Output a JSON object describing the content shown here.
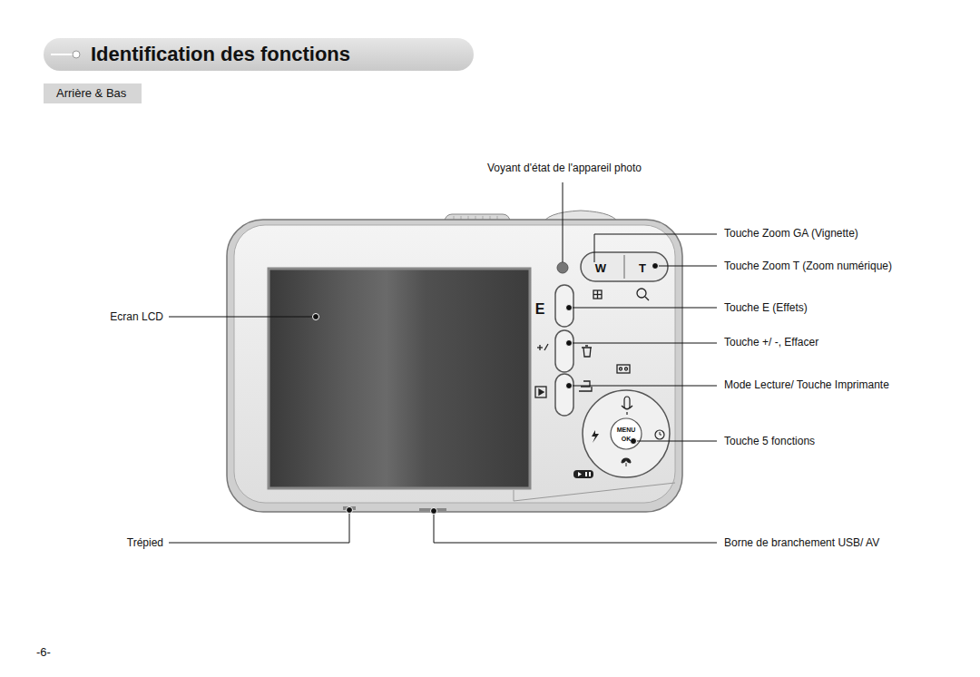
{
  "diagram": {
    "title": "Identification des fonctions",
    "nodes": [
      {
        "text": [
          "Arrière & Bas"
        ]
      }
    ],
    "labels": [
      "Voyant d'état de l'appareil photo",
      "Touche Zoom GA (Vignette)",
      "Touche Zoom T (Zoom numérique)",
      "Touche E (Effets)",
      "Touche +/ -, Effacer",
      "Mode Lecture/ Touche Imprimante",
      "Touche 5 fonctions",
      "Ecran LCD",
      "Trépied",
      "Borne de branchement USB/ AV",
      "-6-",
      "W",
      "T",
      "E",
      "MENU",
      "OK"
    ]
  }
}
